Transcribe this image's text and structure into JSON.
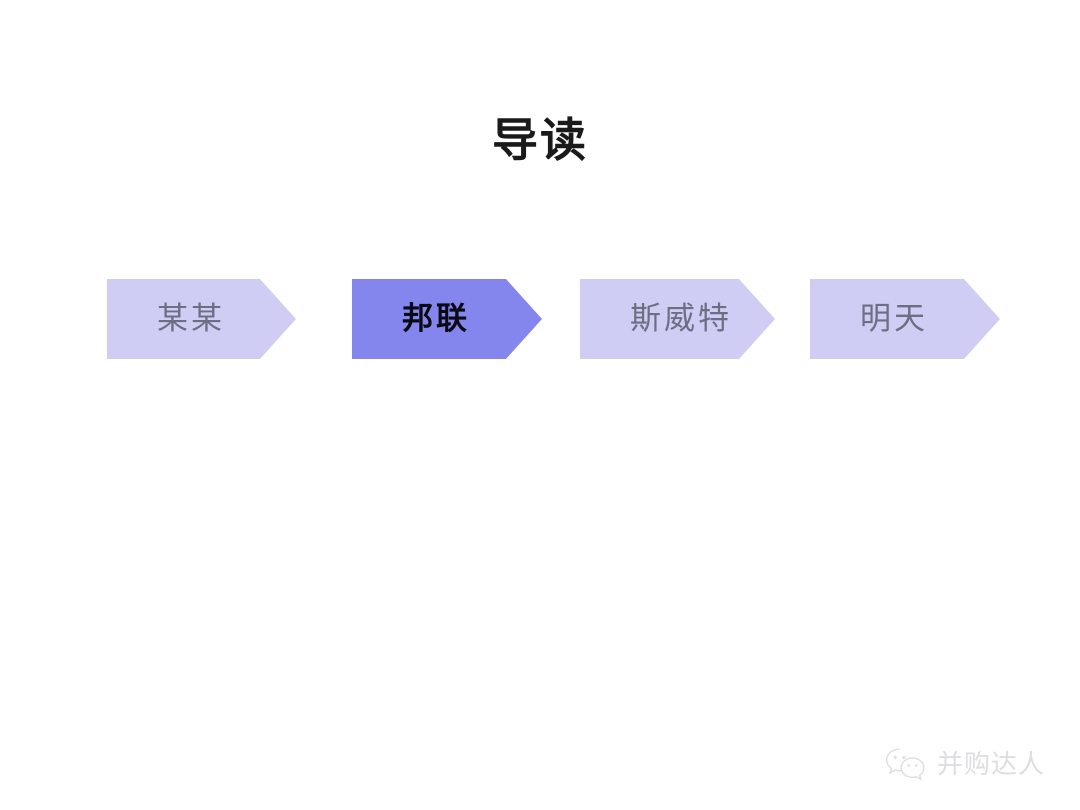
{
  "slide": {
    "title": "导读",
    "background_color": "#ffffff"
  },
  "nav": {
    "active_index": 1,
    "active_color": "#8585ee",
    "inactive_color": "#cfcdf4",
    "active_text_color": "#0a0a14",
    "inactive_text_color": "#6e6e82",
    "items": [
      {
        "label": "某某",
        "state": "inactive"
      },
      {
        "label": "邦联",
        "state": "active"
      },
      {
        "label": "斯威特",
        "state": "inactive"
      },
      {
        "label": "明天",
        "state": "inactive"
      }
    ]
  },
  "watermark": {
    "icon": "wechat-icon",
    "text": "并购达人",
    "color": "#b7b7bd"
  }
}
